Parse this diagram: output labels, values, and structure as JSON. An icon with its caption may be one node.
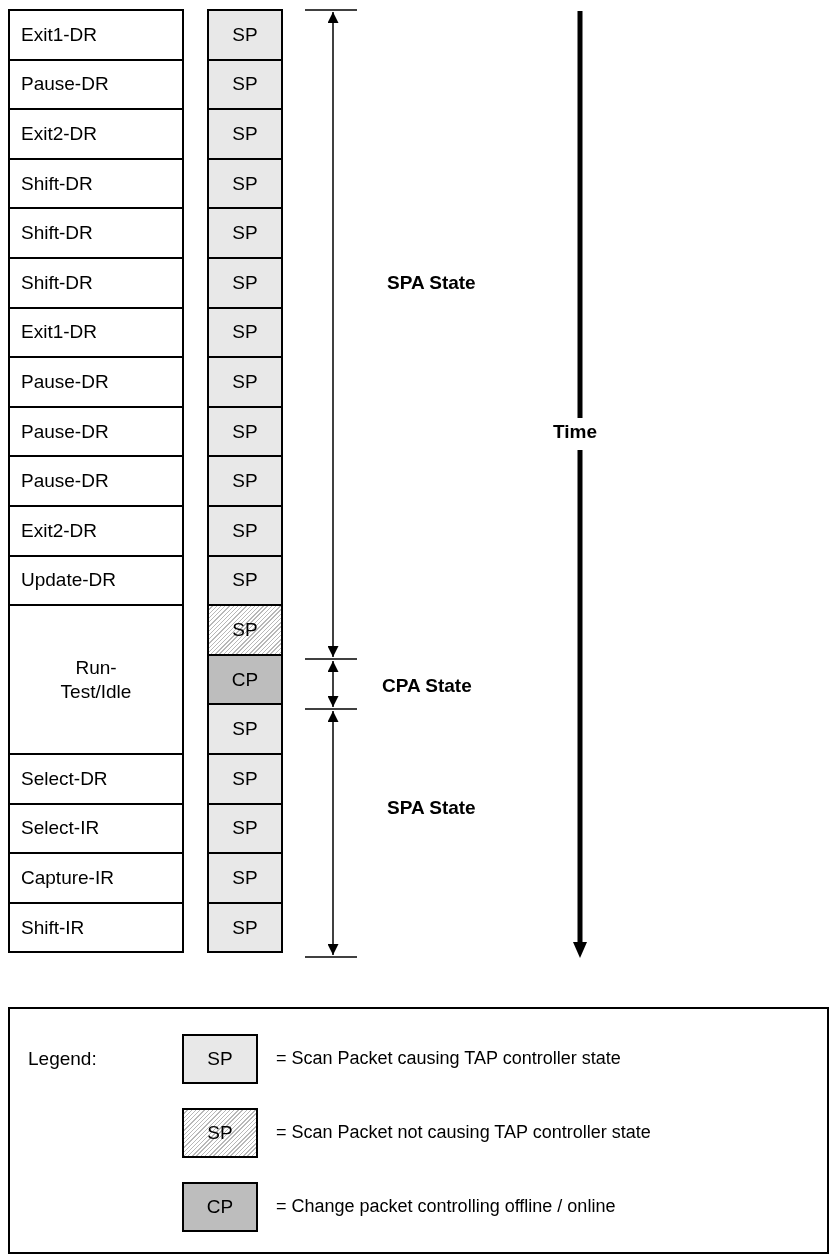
{
  "diagram": {
    "nodes": [
      {
        "text": [
          "Exit1-DR"
        ]
      },
      {
        "text": [
          "Pause-DR"
        ]
      },
      {
        "text": [
          "Exit2-DR"
        ]
      },
      {
        "text": [
          "Shift-DR"
        ]
      },
      {
        "text": [
          "Shift-DR"
        ]
      },
      {
        "text": [
          "Shift-DR"
        ]
      },
      {
        "text": [
          "Exit1-DR"
        ]
      },
      {
        "text": [
          "Pause-DR"
        ]
      },
      {
        "text": [
          "Pause-DR"
        ]
      },
      {
        "text": [
          "Pause-DR"
        ]
      },
      {
        "text": [
          "Exit2-DR"
        ]
      },
      {
        "text": [
          "Update-DR"
        ]
      },
      {
        "text": [
          "Run-Test/Idle"
        ]
      },
      {
        "text": [
          "Select-DR"
        ]
      },
      {
        "text": [
          "Select-IR"
        ]
      },
      {
        "text": [
          "Capture-IR"
        ]
      },
      {
        "text": [
          "Shift-IR"
        ]
      },
      {
        "text": [
          "SP"
        ]
      },
      {
        "text": [
          "SP"
        ]
      },
      {
        "text": [
          "SP"
        ]
      },
      {
        "text": [
          "SP"
        ]
      },
      {
        "text": [
          "SP"
        ]
      },
      {
        "text": [
          "SP"
        ]
      },
      {
        "text": [
          "SP"
        ]
      },
      {
        "text": [
          "SP"
        ]
      },
      {
        "text": [
          "SP"
        ]
      },
      {
        "text": [
          "SP"
        ]
      },
      {
        "text": [
          "SP"
        ]
      },
      {
        "text": [
          "SP"
        ]
      },
      {
        "text": [
          "SP"
        ]
      },
      {
        "text": [
          "CP"
        ]
      },
      {
        "text": [
          "SP"
        ]
      },
      {
        "text": [
          "SP"
        ]
      },
      {
        "text": [
          "SP"
        ]
      },
      {
        "text": [
          "SP"
        ]
      },
      {
        "text": [
          "SP"
        ]
      }
    ],
    "labels": [
      "SPA State",
      "Time",
      "CPA State",
      "SPA State",
      "Legend:",
      "SP",
      "SP",
      "CP"
    ],
    "legend": [
      {
        "text": "= Scan Packet causing TAP controller state",
        "color": "#e8e8e8"
      },
      {
        "text": "= Scan Packet not causing TAP controller state"
      },
      {
        "text": "= Change packet controlling offline / online",
        "color": "#bdbdbd"
      }
    ]
  }
}
